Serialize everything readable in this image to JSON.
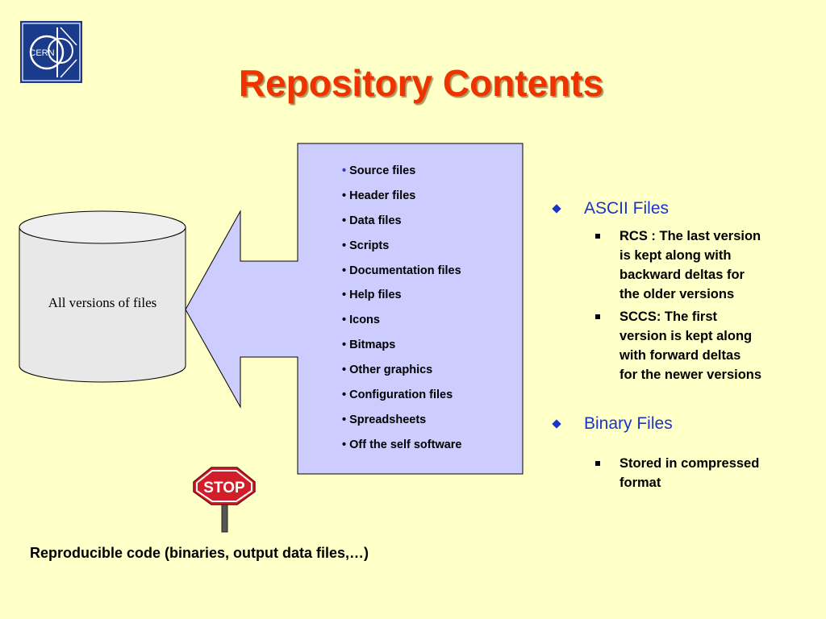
{
  "logo": {
    "text": "CERN"
  },
  "title": "Repository Contents",
  "cylinder": {
    "label": "All versions of files"
  },
  "file_types": [
    "Source files",
    "Header files",
    "Data files",
    "Scripts",
    "Documentation files",
    "Help files",
    "Icons",
    "Bitmaps",
    "Other graphics",
    "Configuration files",
    "Spreadsheets",
    "Off the self software"
  ],
  "bullet_char": "•",
  "right": {
    "ascii": {
      "heading": "ASCII Files",
      "items": [
        [
          "RCS : The last version",
          "is kept along with",
          "backward deltas for",
          "the older versions"
        ],
        [
          "SCCS: The first",
          "version is kept along",
          "with forward deltas",
          "for the newer versions"
        ]
      ]
    },
    "binary": {
      "heading": "Binary Files",
      "items": [
        [
          "Stored in compressed",
          "format"
        ]
      ]
    }
  },
  "stop_sign": {
    "text": "STOP"
  },
  "footer": "Reproducible code (binaries, output data files,…)",
  "colors": {
    "background": "#ffffc8",
    "title": "#ee3300",
    "list_box": "#ccccff",
    "cylinder": "#e8e8e8",
    "accent_blue": "#1a33cc",
    "logo_blue": "#1a3a8c",
    "stop_red": "#d21e28"
  }
}
